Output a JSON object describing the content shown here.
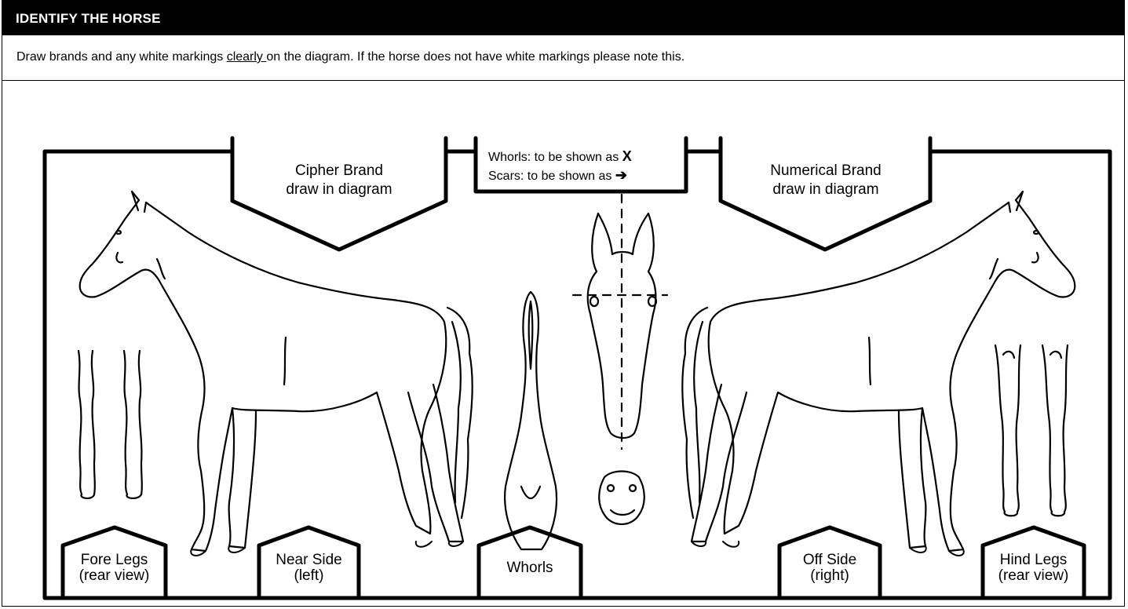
{
  "header": {
    "title": "IDENTIFY THE HORSE"
  },
  "instructions": {
    "before": "Draw brands and any white markings ",
    "emphasis": "clearly ",
    "after": "on the diagram. If the horse does not have white markings please note this."
  },
  "brands": {
    "cipher": {
      "line1": "Cipher Brand",
      "line2": "draw in diagram"
    },
    "numerical": {
      "line1": "Numerical Brand",
      "line2": "draw in diagram"
    }
  },
  "legend": {
    "whorls_text": "Whorls: to be shown as ",
    "whorls_symbol": "X",
    "scars_text": "Scars: to be shown as ",
    "scars_symbol": "➔"
  },
  "labels": {
    "fore_legs": {
      "line1": "Fore Legs",
      "line2": "(rear view)"
    },
    "near_side": {
      "line1": "Near Side",
      "line2": "(left)"
    },
    "whorls": {
      "line1": "Whorls"
    },
    "off_side": {
      "line1": "Off Side",
      "line2": "(right)"
    },
    "hind_legs": {
      "line1": "Hind Legs",
      "line2": "(rear view)"
    }
  }
}
